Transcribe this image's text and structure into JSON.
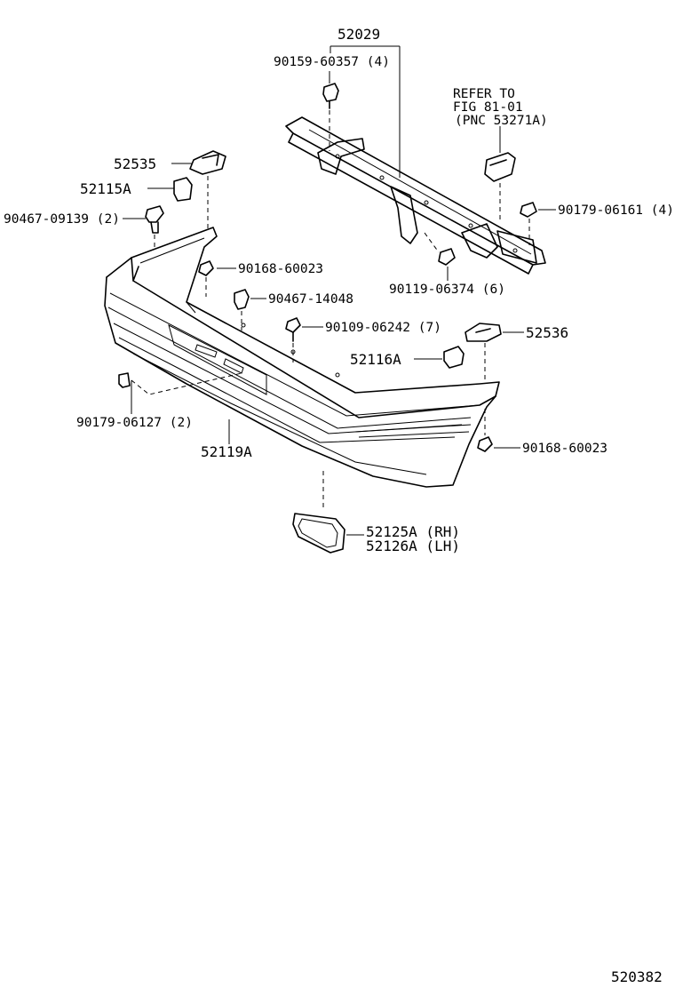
{
  "diagram_code": "520382",
  "callouts": {
    "p52029": "52029",
    "p90159": "90159-60357 (4)",
    "refer_line1": "REFER TO",
    "refer_line2": "FIG 81-01",
    "refer_line3": "(PNC 53271A)",
    "p52535": "52535",
    "p52115a": "52115A",
    "p90467_09139": "90467-09139 (2)",
    "p90179_06161": "90179-06161 (4)",
    "p90168_upper": "90168-60023",
    "p90119": "90119-06374 (6)",
    "p90467_14048": "90467-14048",
    "p90109": "90109-06242 (7)",
    "p52536": "52536",
    "p52116a": "52116A",
    "p90179_06127": "90179-06127 (2)",
    "p52119a": "52119A",
    "p90168_lower": "90168-60023",
    "p52125a": "52125A (RH)",
    "p52126a": "52126A (LH)"
  }
}
